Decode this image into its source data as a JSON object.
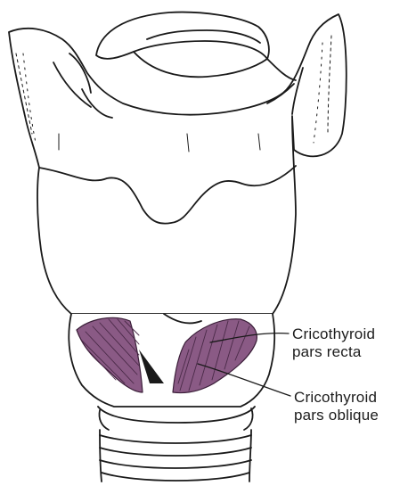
{
  "figure": {
    "labels": [
      {
        "line1": "Cricothyroid",
        "line2": "pars recta"
      },
      {
        "line1": "Cricothyroid",
        "line2": "pars oblique"
      }
    ],
    "colors": {
      "outline": "#1a1a1a",
      "muscle_fill": "#8a5a85",
      "muscle_striation": "#4a2a48",
      "background": "#ffffff"
    }
  }
}
